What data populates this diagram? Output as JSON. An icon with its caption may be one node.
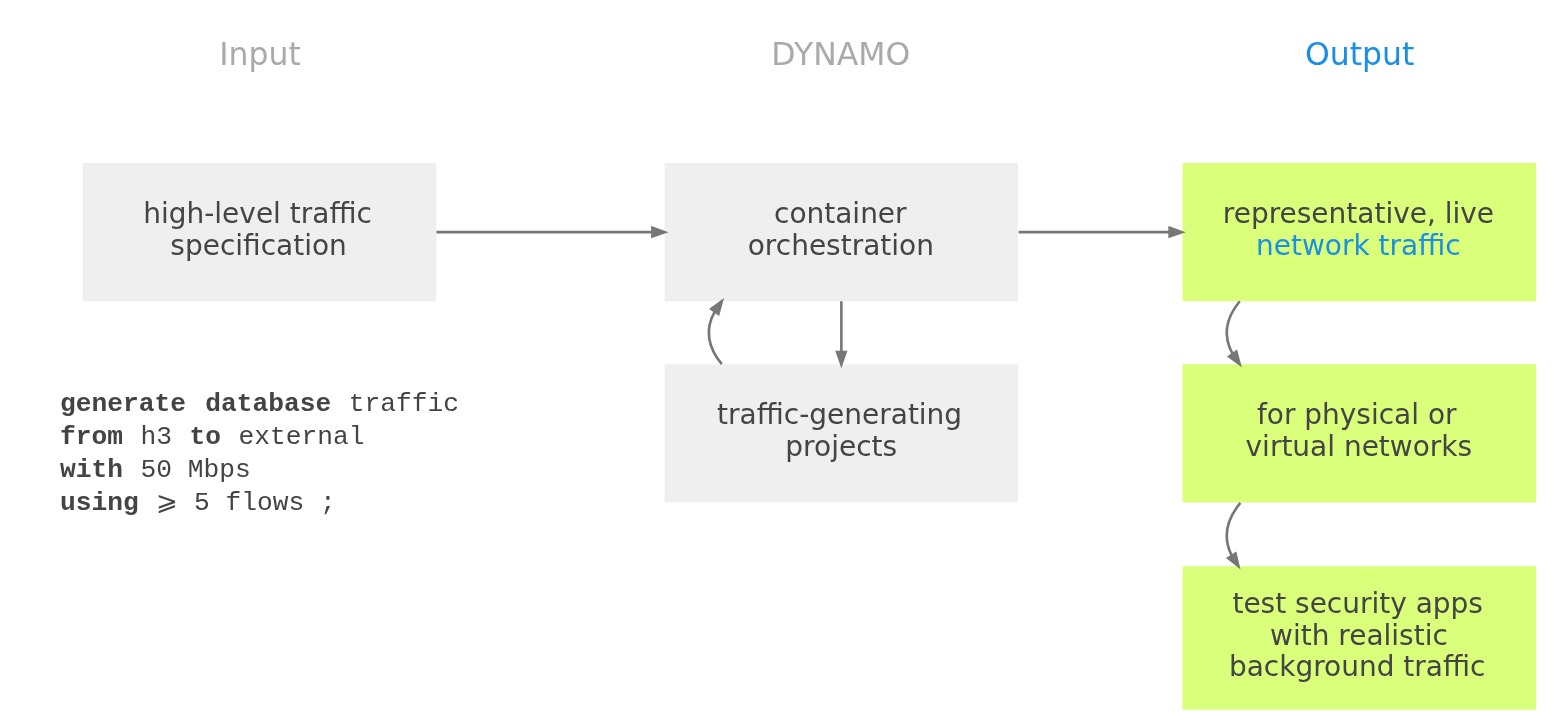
{
  "diagram": {
    "nodes": [
      {
        "text": [
          "high-level traffic specification"
        ]
      },
      {
        "text": [
          "container orchestration"
        ]
      },
      {
        "text": [
          "representative, live",
          "network traffic"
        ]
      },
      {
        "text": [
          "traffic-generating projects"
        ]
      },
      {
        "text": [
          "for physical or virtual networks"
        ]
      },
      {
        "text": [
          "test security apps with realistic background traffic"
        ]
      }
    ],
    "edges": [
      {
        "from": 0,
        "to": 1,
        "arrow": "to"
      },
      {
        "from": 1,
        "to": 2,
        "arrow": "to"
      },
      {
        "from": 1,
        "to": 3,
        "arrow": "to"
      },
      {
        "from": 3,
        "to": 1,
        "arrow": "to"
      },
      {
        "from": 2,
        "to": 4,
        "arrow": "to"
      },
      {
        "from": 4,
        "to": 5,
        "arrow": "to"
      }
    ],
    "labels": [
      "Input",
      "DYNAMO",
      "Output",
      "**generate** **database** traffic",
      "**from** h3 **to** external",
      "**with** 50 Mbps",
      "**using** ⩾ 5 flows ;"
    ]
  }
}
